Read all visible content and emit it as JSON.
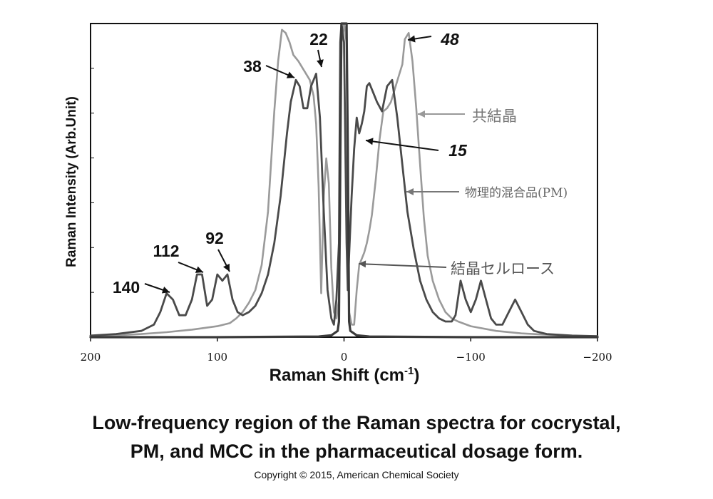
{
  "chart_data": {
    "type": "line",
    "title": "",
    "xlabel": "Raman Shift (cm",
    "xlabel_sup": "-1",
    "xlabel_tail": ")",
    "ylabel": "Raman Intensity (Arb.Unit)",
    "xlim": [
      200,
      -200
    ],
    "x_reversed": true,
    "ylim": [
      0,
      100
    ],
    "grid": false,
    "xticks": [
      {
        "value": 200,
        "label": "200"
      },
      {
        "value": 100,
        "label": "100"
      },
      {
        "value": 0,
        "label": "0"
      },
      {
        "value": -100,
        "label": "−100"
      },
      {
        "value": -200,
        "label": "−200"
      }
    ],
    "series": [
      {
        "name": "共結晶",
        "color": "#9a9a9a",
        "x": [
          200,
          180,
          160,
          140,
          120,
          100,
          90,
          85,
          80,
          75,
          70,
          65,
          60,
          55,
          52,
          49,
          46,
          43,
          40,
          36,
          33,
          30,
          27,
          24,
          22,
          20,
          18,
          16,
          14,
          12,
          10,
          8,
          6,
          4,
          3,
          2,
          0,
          -2,
          -3,
          -4,
          -6,
          -8,
          -10,
          -12,
          -14,
          -16,
          -18,
          -20,
          -22,
          -25,
          -28,
          -31,
          -34,
          -37,
          -40,
          -43,
          -46,
          -48,
          -51,
          -54,
          -57,
          -60,
          -63,
          -66,
          -70,
          -75,
          -80,
          -85,
          -90,
          -100,
          -120,
          -140,
          -160,
          -180,
          -200
        ],
        "y": [
          0.3,
          0.6,
          1,
          1.6,
          2.4,
          3.5,
          4.5,
          6,
          8,
          11,
          15,
          23,
          40,
          72,
          88,
          98,
          97,
          94,
          90,
          88,
          86,
          84,
          82,
          77,
          68,
          48,
          14,
          45,
          57,
          49,
          22,
          8,
          6,
          12,
          35,
          94,
          100,
          94,
          35,
          8,
          4,
          4,
          15,
          23,
          25,
          27,
          30,
          34,
          39,
          50,
          63,
          72,
          73,
          75,
          79,
          83,
          87,
          95,
          97,
          88,
          73,
          55,
          38,
          26,
          18,
          12,
          8,
          6,
          5,
          3.5,
          2,
          1.2,
          0.8,
          0.4,
          0.3
        ]
      },
      {
        "name": "物理的混合品(PM)",
        "color": "#4a4a4a",
        "x": [
          200,
          180,
          160,
          150,
          145,
          140,
          135,
          130,
          125,
          120,
          116,
          112,
          108,
          104,
          100,
          96,
          92,
          88,
          84,
          80,
          75,
          70,
          65,
          60,
          55,
          50,
          45,
          42,
          38,
          35,
          32,
          29,
          26,
          22,
          19,
          16,
          13,
          10,
          8,
          6,
          4,
          3,
          2,
          0,
          -2,
          -3,
          -4,
          -6,
          -8,
          -10,
          -12,
          -14,
          -16,
          -18,
          -20,
          -23,
          -26,
          -30,
          -34,
          -38,
          -42,
          -46,
          -50,
          -55,
          -60,
          -65,
          -70,
          -75,
          -80,
          -85,
          -88,
          -92,
          -96,
          -100,
          -104,
          -108,
          -112,
          -116,
          -120,
          -125,
          -130,
          -135,
          -140,
          -145,
          -150,
          -160,
          -180,
          -200
        ],
        "y": [
          0.5,
          1,
          2,
          4,
          8,
          14,
          12,
          7,
          7,
          12,
          20,
          20,
          10,
          12,
          20,
          18,
          20,
          12,
          8,
          7,
          8,
          10,
          14,
          20,
          30,
          45,
          65,
          75,
          82,
          80,
          73,
          73,
          80,
          84,
          70,
          40,
          15,
          6,
          4,
          12,
          30,
          94,
          100,
          94,
          30,
          15,
          26,
          45,
          60,
          70,
          65,
          68,
          72,
          80,
          81,
          78,
          75,
          72,
          80,
          82,
          70,
          55,
          40,
          28,
          18,
          12,
          8,
          6,
          5,
          5,
          7,
          18,
          12,
          8,
          12,
          18,
          12,
          6,
          4,
          4,
          8,
          12,
          8,
          4,
          2,
          1,
          0.5,
          0.3
        ]
      },
      {
        "name": "結晶セルロース",
        "color": "#3a3a3a",
        "x": [
          200,
          100,
          20,
          10,
          5,
          4,
          3,
          2,
          1,
          0,
          -1,
          -2,
          -3,
          -4,
          -5,
          -10,
          -20,
          -100,
          -200
        ],
        "y": [
          0,
          0,
          0.2,
          0.6,
          2,
          5,
          60,
          100,
          100,
          100,
          100,
          100,
          60,
          5,
          2,
          0.6,
          0.2,
          0,
          0
        ]
      }
    ],
    "peak_labels": [
      {
        "text": "140",
        "x": 140,
        "italic": false
      },
      {
        "text": "112",
        "x": 112,
        "italic": false
      },
      {
        "text": "92",
        "x": 92,
        "italic": false
      },
      {
        "text": "38",
        "x": 38,
        "italic": false
      },
      {
        "text": "22",
        "x": 22,
        "italic": false
      },
      {
        "text": "15",
        "x": -12,
        "italic": true
      },
      {
        "text": "48",
        "x": -48,
        "italic": true
      }
    ]
  },
  "caption": {
    "line1": "Low-frequency region of the Raman spectra for cocrystal,",
    "line2": "PM, and MCC in the pharmaceutical dosage form."
  },
  "copyright": "Copyright © 2015, American Chemical Society"
}
